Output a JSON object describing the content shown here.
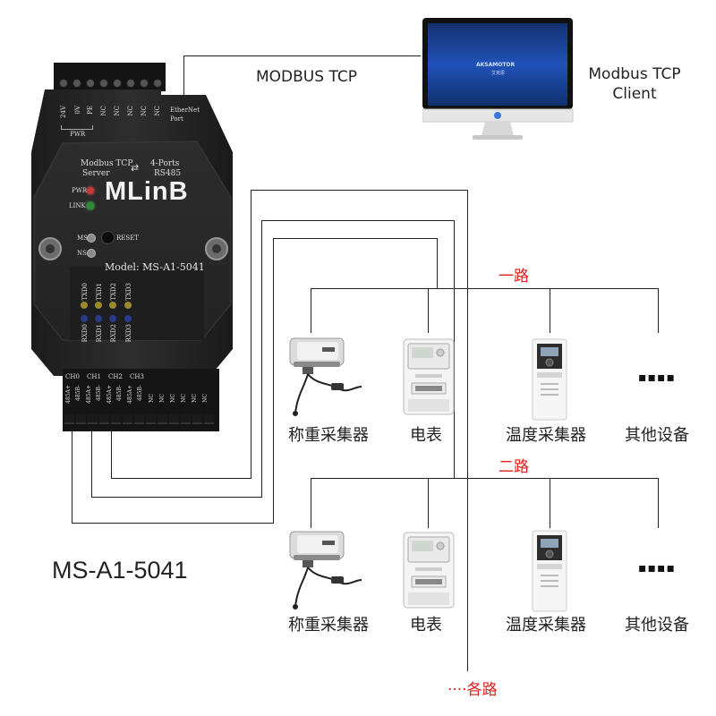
{
  "topology": {
    "protocol_label": "MODBUS TCP",
    "client_label_line1": "Modbus TCP",
    "client_label_line2": "Client",
    "model_caption": "MS-A1-5041",
    "branch1_label": "一路",
    "branch2_label": "二路",
    "more_label": "····各路"
  },
  "gateway": {
    "logo": "MLinB",
    "model_text": "Model: MS-A1-5041",
    "server_line1": "Modbus TCP",
    "server_line2": "Server",
    "ports_line1": "4-Ports",
    "ports_line2": "RS485",
    "ethernet_line1": "EtherNet",
    "ethernet_line2": "Port",
    "pwr_group": "PWR",
    "top_pins": [
      "24V",
      "0V",
      "PE",
      "NC",
      "NC",
      "NC",
      "NC",
      "NC"
    ],
    "leds": {
      "pwr": "PWR",
      "link": "LINK",
      "ms": "MS",
      "ns": "NS",
      "reset": "RESET"
    },
    "txd": [
      "TXD0",
      "TXD1",
      "TXD2",
      "TXD3"
    ],
    "rxd": [
      "RXD0",
      "RXD1",
      "RXD2",
      "RXD3"
    ],
    "channels": [
      "CH0",
      "CH1",
      "CH2",
      "CH3"
    ],
    "bottom_pins": [
      "485A+",
      "485B-",
      "485A+",
      "485B-",
      "485A+",
      "485B-",
      "485A+",
      "485B-",
      "NC",
      "NC",
      "NC",
      "NC",
      "NC",
      "NC"
    ]
  },
  "monitor": {
    "brand": "AKSAMOTOR",
    "sub": "艾克思"
  },
  "devices_row1": [
    {
      "name": "称重采集器",
      "icon": "weighing-collector-icon"
    },
    {
      "name": "电表",
      "icon": "electric-meter-icon"
    },
    {
      "name": "温度采集器",
      "icon": "temperature-collector-icon"
    },
    {
      "name": "其他设备",
      "icon": "more-dots-icon",
      "dots": "▪▪▪▪"
    }
  ],
  "devices_row2": [
    {
      "name": "称重采集器",
      "icon": "weighing-collector-icon"
    },
    {
      "name": "电表",
      "icon": "electric-meter-icon"
    },
    {
      "name": "温度采集器",
      "icon": "temperature-collector-icon"
    },
    {
      "name": "其他设备",
      "icon": "more-dots-icon",
      "dots": "▪▪▪▪"
    }
  ],
  "colors": {
    "accent_red": "#e0201c",
    "device_body": "#2a2a2a",
    "monitor_screen": "#1a3d8f"
  }
}
